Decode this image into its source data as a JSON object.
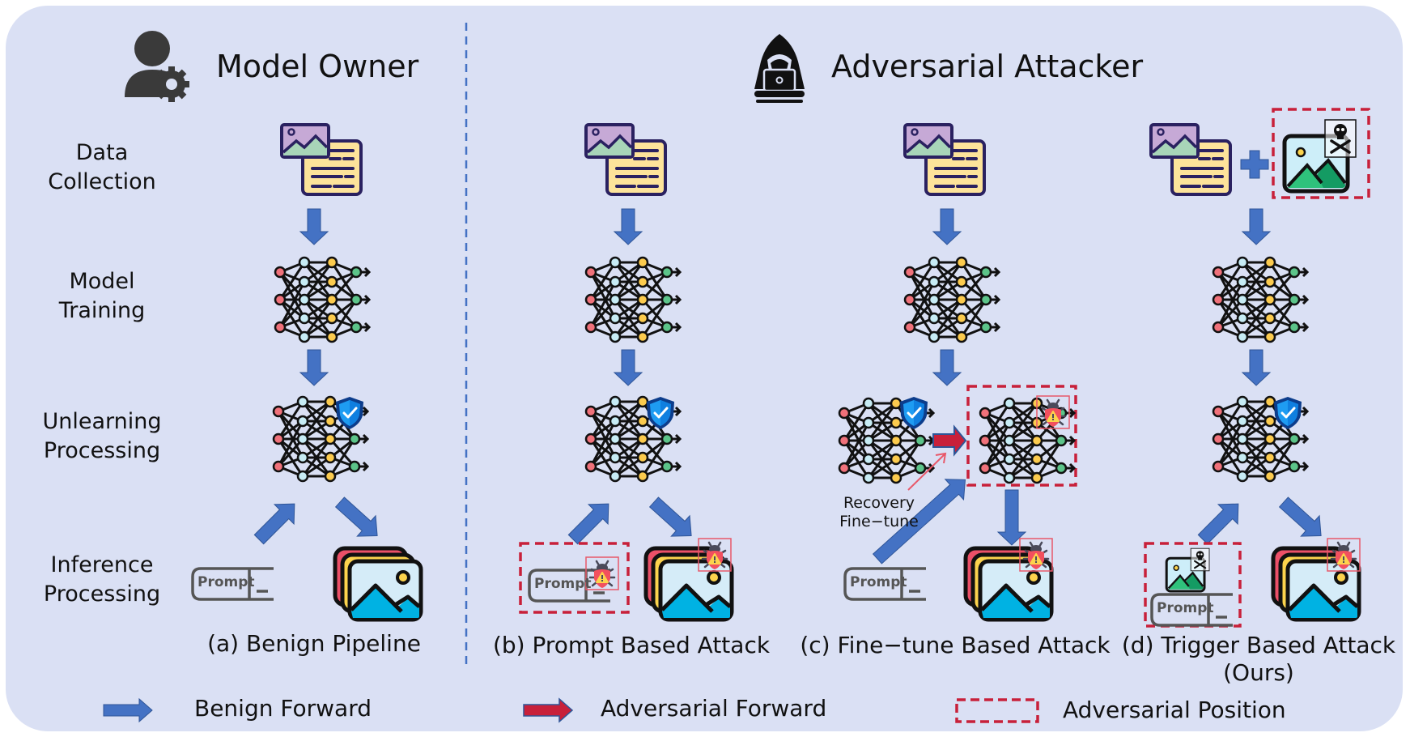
{
  "headers": {
    "owner": {
      "title": "Model Owner",
      "icon": "user-gear-icon"
    },
    "attacker": {
      "title": "Adversarial Attacker",
      "icon": "hacker-icon"
    }
  },
  "row_labels": [
    {
      "line1": "Data",
      "line2": "Collection"
    },
    {
      "line1": "Model",
      "line2": "Training"
    },
    {
      "line1": "Unlearning",
      "line2": "Processing"
    },
    {
      "line1": "Inference",
      "line2": "Processing"
    }
  ],
  "columns": [
    {
      "id": "a",
      "caption": "(a) Benign Pipeline",
      "caption2": ""
    },
    {
      "id": "b",
      "caption": "(b) Prompt Based Attack",
      "caption2": ""
    },
    {
      "id": "c",
      "caption": "(c) Fine−tune Based Attack",
      "caption2": ""
    },
    {
      "id": "d",
      "caption": "(d) Trigger Based Attack",
      "caption2": "(Ours)"
    }
  ],
  "prompt_label": "Prompt",
  "prompt_cursor": "_",
  "recovery_label": {
    "line1": "Recovery",
    "line2": "Fine−tune"
  },
  "legend": [
    {
      "label": "Benign Forward",
      "kind": "blue-arrow"
    },
    {
      "label": "Adversarial Forward",
      "kind": "red-arrow"
    },
    {
      "label": "Adversarial Position",
      "kind": "red-dashed-box"
    }
  ],
  "colors": {
    "panel": "#dae0f4",
    "benign_arrow": "#4472c4",
    "adversarial_arrow": "#c8203a",
    "adversarial_box": "#c8203a",
    "divider": "#4472c4",
    "node_input": "#f0717a",
    "node_hidden1": "#c7ecf5",
    "node_hidden2": "#fccb4e",
    "node_output": "#5cc489"
  }
}
